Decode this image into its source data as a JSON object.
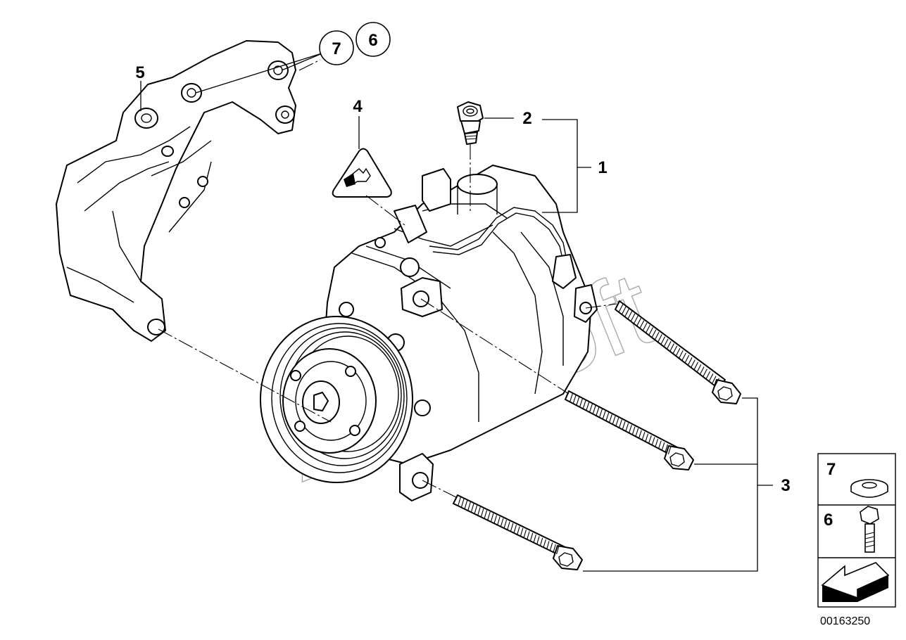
{
  "diagram": {
    "id": "00163250",
    "watermark": "Autosoft",
    "callouts": {
      "c1": "1",
      "c2": "2",
      "c3": "3",
      "c4": "4",
      "c5": "5",
      "c6": "6",
      "c7": "7"
    },
    "legend": {
      "row7": "7",
      "row6": "6"
    }
  }
}
